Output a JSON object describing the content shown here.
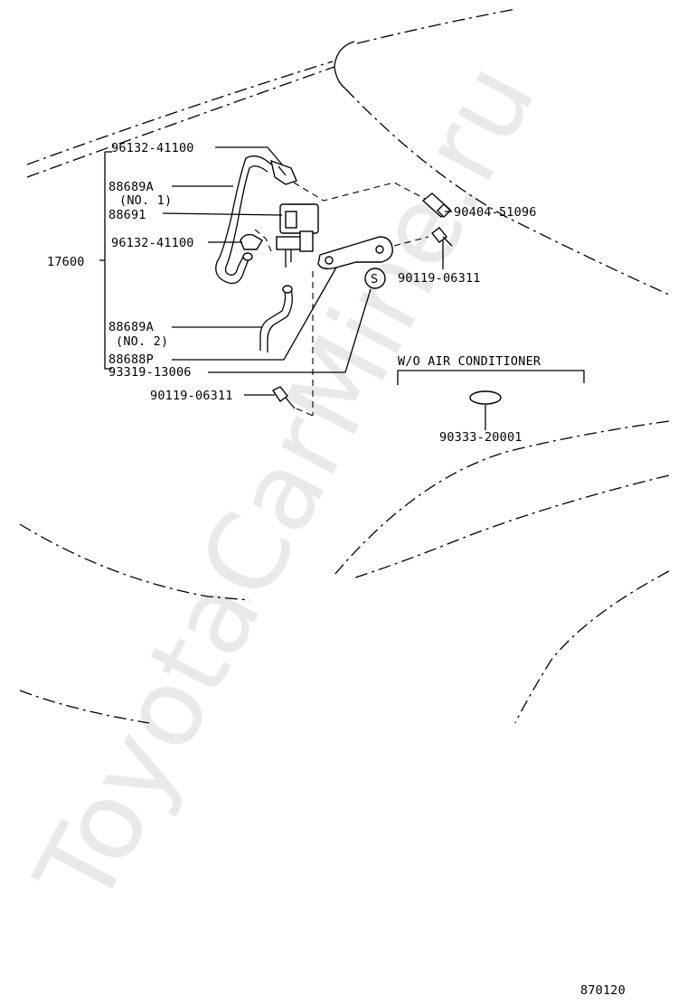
{
  "watermark": "ToyotaCarMine.ru",
  "diagram_code": "870120",
  "assembly": {
    "number": "17600"
  },
  "labels": {
    "clamp_upper": "96132-41100",
    "hose_no1_part": "88689A",
    "hose_no1_note": "(NO. 1)",
    "vsv": "88691",
    "clamp_lower": "96132-41100",
    "hose_no2_part": "88689A",
    "hose_no2_note": "(NO. 2)",
    "bracket": "88688P",
    "screw": "93319-13006",
    "bolt_left": "90119-06311",
    "union_bolt": "90404-51096",
    "bolt_right": "90119-06311",
    "s_mark": "S",
    "condition_title": "W/O AIR CONDITIONER",
    "grommet": "90333-20001"
  }
}
